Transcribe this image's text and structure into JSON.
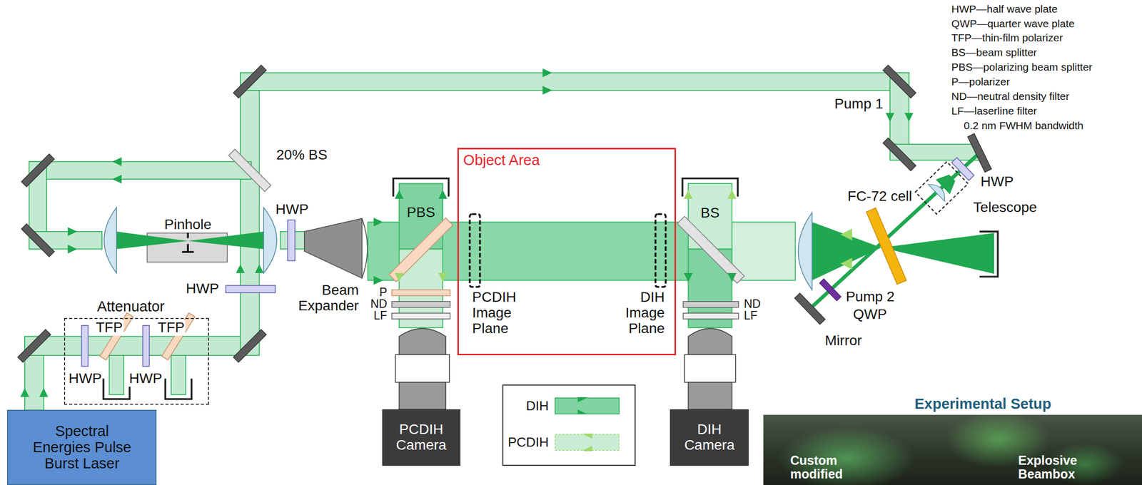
{
  "diagram": {
    "nodes": [
      {
        "text": [
          "Spectral Energies Pulse Burst Laser"
        ]
      },
      {
        "text": [
          "Attenuator"
        ]
      },
      {
        "text": [
          "Object Area"
        ]
      },
      {
        "text": [
          "PCDIH Camera"
        ]
      },
      {
        "text": [
          "DIH Camera"
        ]
      },
      {
        "text": [
          "Experimental Setup",
          "Custom modified",
          "Explosive Beambox"
        ]
      }
    ],
    "labels": [
      "HWP—half wave plate",
      "QWP—quarter wave plate",
      "TFP—thin-film polarizer",
      "BS—beam splitter",
      "PBS—polarizing beam splitter",
      "P—polarizer",
      "ND—neutral density filter",
      "LF—laserline filter",
      "0.2 nm FWHM bandwidth",
      "Pump 1",
      "20% BS",
      "Pinhole",
      "HWP",
      "HWP",
      "TFP",
      "TFP",
      "HWP",
      "HWP",
      "Beam Expander",
      "PBS",
      "P",
      "ND",
      "LF",
      "PCDIH Image Plane",
      "DIH Image Plane",
      "BS",
      "ND",
      "LF",
      "FC-72 cell",
      "HWP",
      "Telescope",
      "Pump 2",
      "QWP",
      "Mirror"
    ],
    "legend": [
      {
        "text": "DIH"
      },
      {
        "text": "PCDIH"
      }
    ]
  }
}
